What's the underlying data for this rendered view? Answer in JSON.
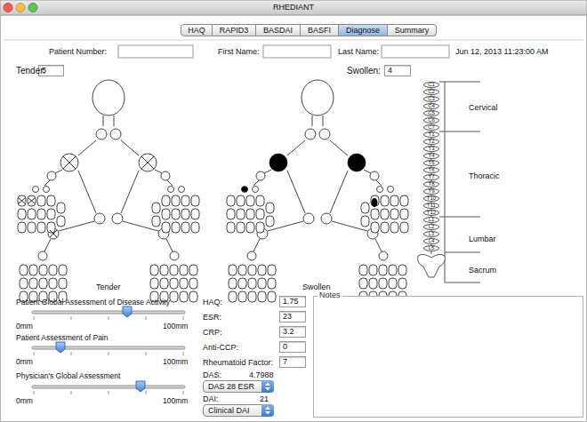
{
  "diagram": {
    "title": "RHEDIANT",
    "nodes": [
      {
        "text": [
          "HAQ"
        ]
      },
      {
        "text": [
          "RAPID3"
        ]
      },
      {
        "text": [
          "BASDAI"
        ]
      },
      {
        "text": [
          "BASFI"
        ]
      },
      {
        "text": [
          "Diagnose"
        ]
      },
      {
        "text": [
          "Summary"
        ]
      },
      {
        "text": [
          "5"
        ]
      },
      {
        "text": [
          "4"
        ]
      },
      {
        "text": [
          "C1"
        ]
      },
      {
        "text": [
          "C2"
        ]
      },
      {
        "text": [
          "C3"
        ]
      },
      {
        "text": [
          "C4"
        ]
      },
      {
        "text": [
          "C5"
        ]
      },
      {
        "text": [
          "C6"
        ]
      },
      {
        "text": [
          "C7"
        ]
      },
      {
        "text": [
          "T1"
        ]
      },
      {
        "text": [
          "T2"
        ]
      },
      {
        "text": [
          "T3"
        ]
      },
      {
        "text": [
          "T4"
        ]
      },
      {
        "text": [
          "T5"
        ]
      },
      {
        "text": [
          "T6"
        ]
      },
      {
        "text": [
          "T7"
        ]
      },
      {
        "text": [
          "T8"
        ]
      },
      {
        "text": [
          "T9"
        ]
      },
      {
        "text": [
          "T10"
        ]
      },
      {
        "text": [
          "T11"
        ]
      },
      {
        "text": [
          "T12"
        ]
      },
      {
        "text": [
          "L1"
        ]
      },
      {
        "text": [
          "L2"
        ]
      },
      {
        "text": [
          "L3"
        ]
      },
      {
        "text": [
          "L4"
        ]
      },
      {
        "text": [
          "L5"
        ]
      },
      {
        "text": [
          "1.75"
        ]
      },
      {
        "text": [
          "23"
        ]
      },
      {
        "text": [
          "3.2"
        ]
      },
      {
        "text": [
          "0"
        ]
      },
      {
        "text": [
          "7"
        ]
      },
      {
        "text": [
          "DAS 28 ESR"
        ]
      },
      {
        "text": [
          "Clinical DAI"
        ]
      },
      {
        "text": [
          "Notes"
        ]
      }
    ],
    "labels": [
      "Patient Number:",
      "First Name:",
      "Last Name:",
      "Jun 12, 2013 11:23:00 AM",
      "Tender:",
      "Swollen:",
      "Cervical",
      "Thoracic",
      "Lumbar",
      "Sacrum",
      "Tender",
      "Swollen",
      "Patient Global Assessment of Disease Activity",
      "0mm",
      "100mm",
      "Patient Assessment of Pain",
      "0mm",
      "100mm",
      "Physician's Global Assessment",
      "0mm",
      "100mm",
      "HAQ:",
      "ESR:",
      "CRP:",
      "Anti-CCP:",
      "Rheumatoid Factor:",
      "DAS:",
      "4.7988",
      "DAI:",
      "21"
    ]
  }
}
